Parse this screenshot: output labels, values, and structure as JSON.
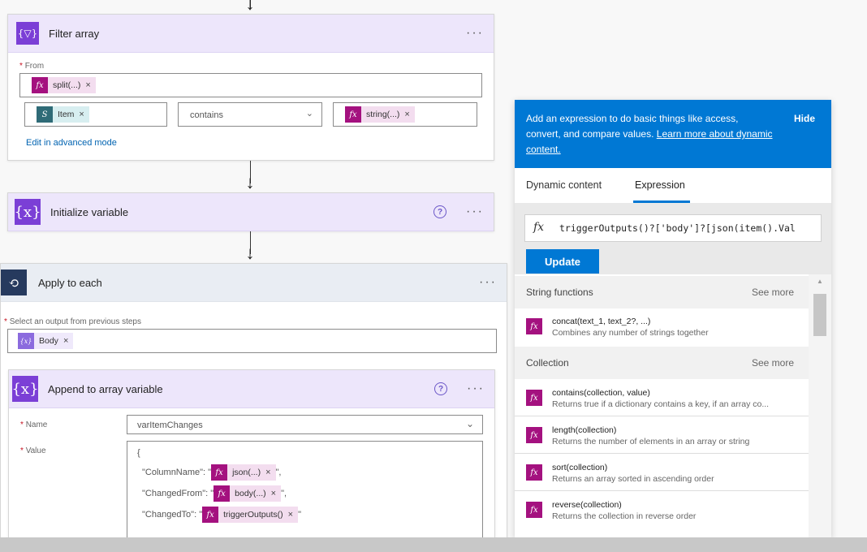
{
  "filter_array": {
    "title": "Filter array",
    "from_label": "From",
    "from_token": "split(...)",
    "left_token": "Item",
    "operator": "contains",
    "right_token": "string(...)",
    "advanced_link": "Edit in advanced mode"
  },
  "init_variable": {
    "title": "Initialize variable"
  },
  "apply_each": {
    "title": "Apply to each",
    "select_label": "Select an output from previous steps",
    "token": "Body"
  },
  "append_array": {
    "title": "Append to array variable",
    "name_label": "Name",
    "name_value": "varItemChanges",
    "value_label": "Value",
    "open_brace": "{",
    "lines": [
      {
        "key": "\"ColumnName\": \"",
        "token": "json(...)",
        "suffix": "\","
      },
      {
        "key": "\"ChangedFrom\": \"",
        "token": "body(...)",
        "suffix": "\","
      },
      {
        "key": "\"ChangedTo\": \"",
        "token": "triggerOutputs()",
        "suffix": "\""
      }
    ]
  },
  "common": {
    "dots": "···",
    "help": "?",
    "remove": "×",
    "fx": "fx"
  },
  "panel": {
    "intro": "Add an expression to do basic things like access, convert, and compare values.",
    "learn_more": "Learn more about dynamic content.",
    "hide": "Hide",
    "tabs": [
      "Dynamic content",
      "Expression"
    ],
    "expression": "triggerOutputs()?['body']?[json(item().Val",
    "update_button": "Update",
    "sections": [
      {
        "title": "String functions",
        "see_more": "See more",
        "items": [
          {
            "name": "concat(text_1, text_2?, ...)",
            "desc": "Combines any number of strings together"
          }
        ]
      },
      {
        "title": "Collection",
        "see_more": "See more",
        "items": [
          {
            "name": "contains(collection, value)",
            "desc": "Returns true if a dictionary contains a key, if an array co..."
          },
          {
            "name": "length(collection)",
            "desc": "Returns the number of elements in an array or string"
          },
          {
            "name": "sort(collection)",
            "desc": "Returns an array sorted in ascending order"
          },
          {
            "name": "reverse(collection)",
            "desc": "Returns the collection in reverse order"
          }
        ]
      }
    ]
  },
  "colors": {
    "accent": "#0078d4",
    "action_purple": "#7b3fd6",
    "expression_token": "#a4117f"
  }
}
